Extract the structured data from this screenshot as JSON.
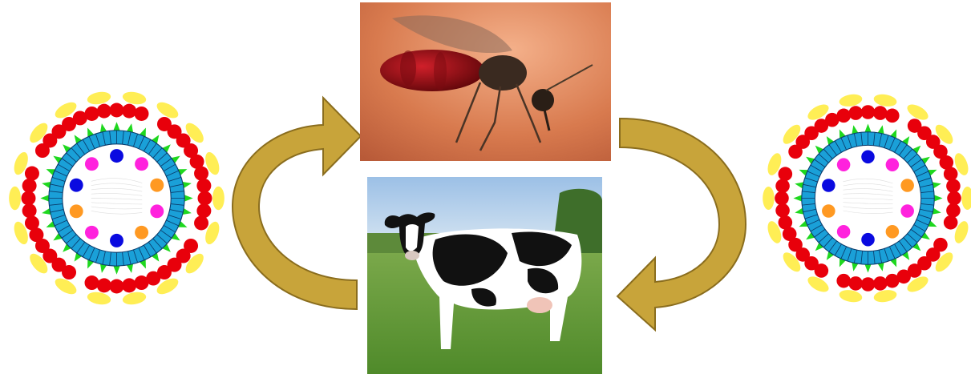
{
  "diagram": {
    "nodes": [
      {
        "id": "virus-left",
        "kind": "virus-particle"
      },
      {
        "id": "midge",
        "kind": "photo",
        "subject": "biting-midge-icon"
      },
      {
        "id": "cow",
        "kind": "photo",
        "subject": "holstein-cow-icon"
      },
      {
        "id": "virus-right",
        "kind": "virus-particle"
      }
    ],
    "edges": [
      {
        "from": "cow",
        "to": "midge",
        "style": "curved-arrow"
      },
      {
        "from": "midge",
        "to": "cow",
        "style": "curved-arrow"
      }
    ],
    "colors": {
      "arrow_fill": "#c8a43a",
      "arrow_stroke": "#8a6d1e",
      "virus_outer_yellow": "#ffee55",
      "virus_red": "#e8000b",
      "virus_green": "#1ed81e",
      "virus_core": "#1aa0d8",
      "virus_blue": "#0a0ae0",
      "virus_magenta": "#ff22dd",
      "virus_orange": "#ff9922"
    }
  }
}
